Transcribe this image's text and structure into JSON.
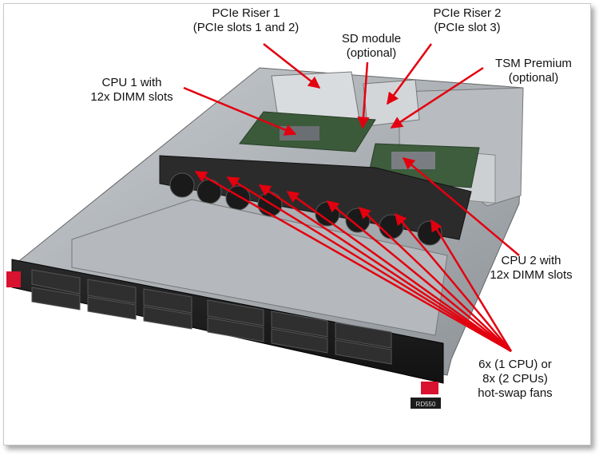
{
  "callouts": {
    "riser1": {
      "line1": "PCIe Riser 1",
      "line2": "(PCIe slots 1 and 2)"
    },
    "sd_module": {
      "line1": "SD module",
      "line2": "(optional)"
    },
    "riser2": {
      "line1": "PCIe Riser 2",
      "line2": "(PCIe slot 3)"
    },
    "tsm": {
      "line1": "TSM Premium",
      "line2": "(optional)"
    },
    "cpu1": {
      "line1": "CPU 1 with",
      "line2": "12x DIMM slots"
    },
    "cpu2": {
      "line1": "CPU 2 with",
      "line2": "12x DIMM slots"
    },
    "fans": {
      "line1": "6x (1 CPU) or",
      "line2": "8x (2 CPUs)",
      "line3": "hot-swap fans"
    }
  },
  "server": {
    "model_label": "RD550"
  },
  "colors": {
    "arrow": "#e3000f",
    "chassis": "#9ea3a8",
    "bezel": "#1c1c1c",
    "accent": "#d8122f"
  }
}
